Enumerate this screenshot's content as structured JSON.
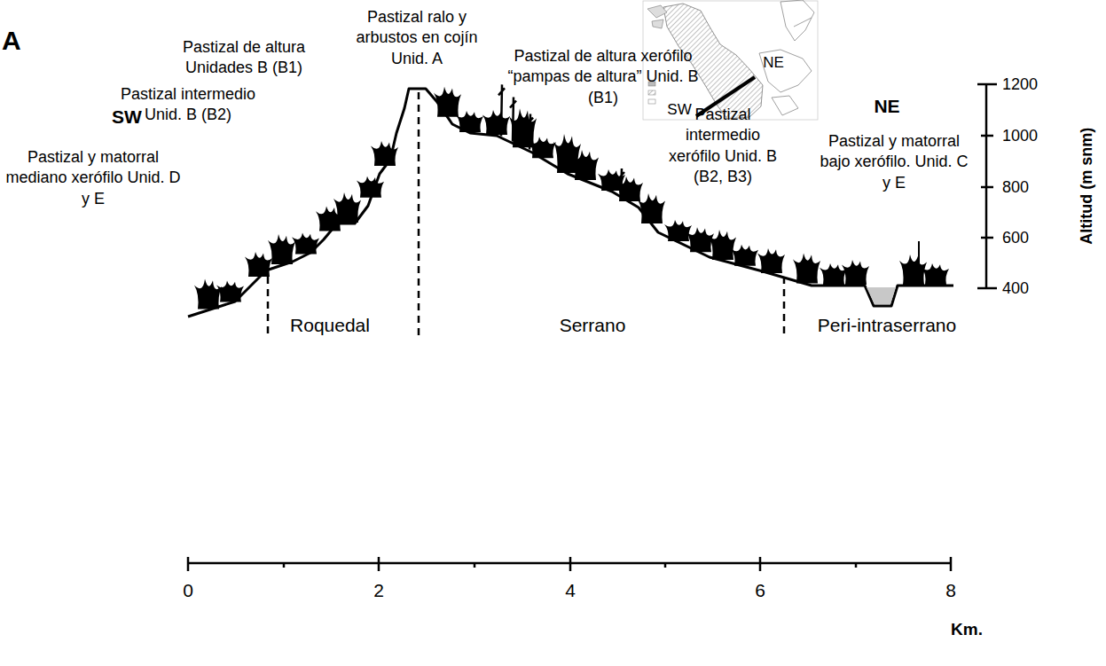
{
  "diagram": {
    "labels": [
      "A",
      "SW",
      "NE",
      "SW",
      "NE",
      "Pastizal y matorral mediano xerófilo Unid. D y E",
      "Pastizal intermedio Unid. B (B2)",
      "Pastizal de altura Unidades B (B1)",
      "Pastizal ralo y arbustos en cojín Unid. A",
      "Pastizal de altura xerófilo “pampas de altura” Unid. B (B1)",
      "Pastizal intermedio xerófilo Unid. B (B2, B3)",
      "Pastizal y matorral bajo xerófilo. Unid. C y E",
      "Roquedal",
      "Serrano",
      "Peri-intraserrano",
      "1200",
      "1000",
      "800",
      "600",
      "400",
      "Altitud (m snm)",
      "0",
      "2",
      "4",
      "6",
      "8",
      "Km."
    ]
  }
}
